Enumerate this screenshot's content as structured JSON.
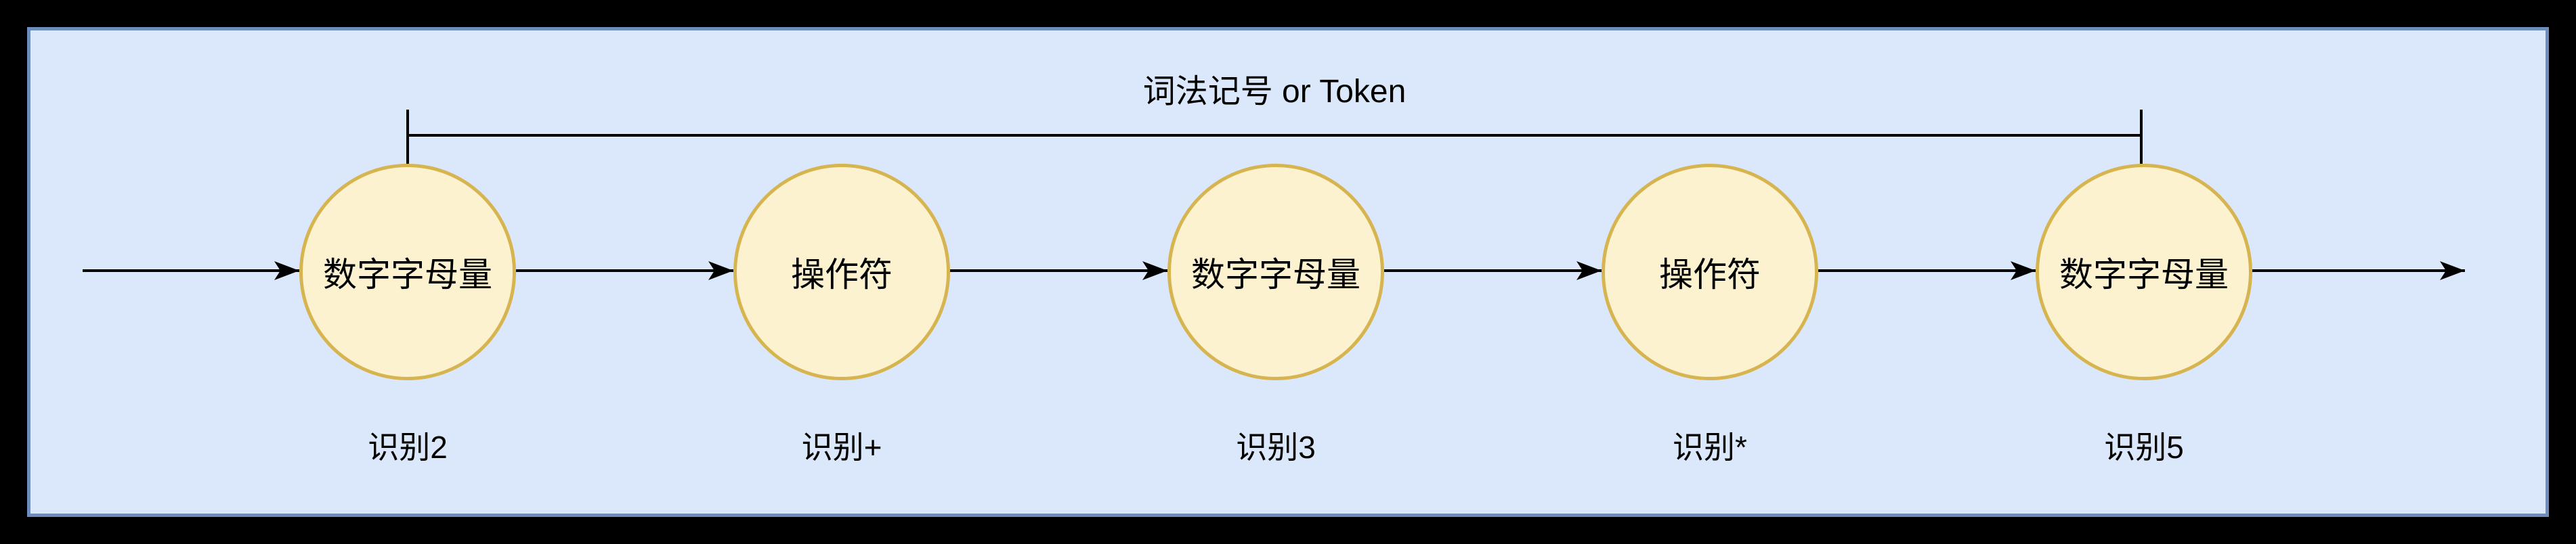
{
  "diagram": {
    "title": "词法记号 or Token",
    "nodes": [
      {
        "label": "数字字母量",
        "caption": "识别2"
      },
      {
        "label": "操作符",
        "caption": "识别+"
      },
      {
        "label": "数字字母量",
        "caption": "识别3"
      },
      {
        "label": "操作符",
        "caption": "识别*"
      },
      {
        "label": "数字字母量",
        "caption": "识别5"
      }
    ],
    "colors": {
      "outer_frame": "#000000",
      "panel_background": "#dbe8fb",
      "panel_border": "#6d8dbf",
      "node_fill": "#fdf2cf",
      "node_border": "#d6b44f",
      "connector": "#000000",
      "text": "#000000"
    }
  }
}
